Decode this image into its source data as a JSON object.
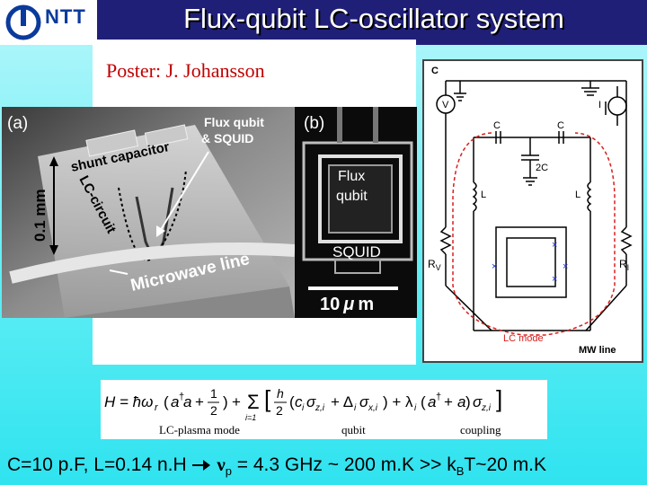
{
  "header": {
    "logo_text": "NTT",
    "title": "Flux-qubit LC-oscillator system"
  },
  "poster_credit": "Poster: J. Johansson",
  "photo_a": {
    "panel_label": "(a)",
    "scale_label": "0.1 mm",
    "callout_flux_qubit": "Flux qubit",
    "callout_squid": "& SQUID",
    "shunt_capacitor": "shunt capacitor",
    "lc_circuit": "LC-circuit",
    "microwave_line": "Microwave line"
  },
  "photo_b": {
    "panel_label": "(b)",
    "flux": "Flux",
    "qubit": "qubit",
    "squid": "SQUID",
    "scale_num": "10",
    "scale_unit": "m"
  },
  "circuit": {
    "label_c_top": "C",
    "label_v": "V",
    "label_i": "I",
    "label_c1": "C",
    "label_c2": "C",
    "label_2c": "2C",
    "label_l1": "L",
    "label_l2": "L",
    "label_rv": "R",
    "label_rv_sub": "V",
    "label_ri": "R",
    "label_ri_sub": "I",
    "lc_mode": "LC mode",
    "mw_line": "MW line",
    "accent_red": "#d81e1e",
    "accent_blue": "#1b2fd6"
  },
  "equation": {
    "note_lc": "LC-plasma mode",
    "note_qubit": "qubit",
    "note_coupling": "coupling"
  },
  "bottom": {
    "part1": "C=10 p.F,  L=0.14 n.H  ",
    "nu": "ν",
    "nu_sub": "p",
    "part2": " = 4.3 GHz ~ 200 m.K >> k",
    "kb_sub": "B",
    "part3": "T~20 m.K"
  }
}
